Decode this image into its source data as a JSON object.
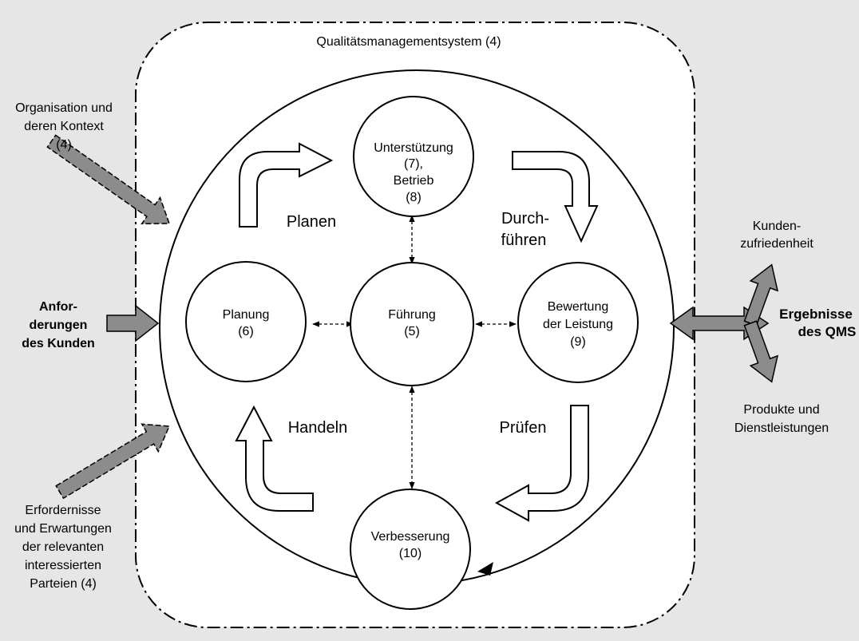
{
  "diagram": {
    "frame_label": "Qualitätsmanagementsystem (4)",
    "nodes": {
      "center": [
        "Führung",
        "(5)"
      ],
      "top": [
        "Unterstützung",
        "(7),",
        "Betrieb",
        "(8)"
      ],
      "left": [
        "Planung",
        "(6)"
      ],
      "right": [
        "Bewertung",
        "der Leistung",
        "(9)"
      ],
      "bottom": [
        "Verbesserung",
        "(10)"
      ]
    },
    "phases": {
      "plan": "Planen",
      "do": [
        "Durch-",
        "führen"
      ],
      "check": "Prüfen",
      "act": "Handeln"
    },
    "inputs": {
      "context": [
        "Organisation und",
        "deren Kontext",
        "(4)"
      ],
      "customer": [
        "Anfor-",
        "derungen",
        "des Kunden"
      ],
      "parties": [
        "Erfordernisse",
        "und Erwartungen",
        "der relevanten",
        "interessierten",
        "Parteien (4)"
      ]
    },
    "outputs": {
      "results": [
        "Ergebnisse",
        "des QMS"
      ],
      "satisfaction": [
        "Kunden-",
        "zufriedenheit"
      ],
      "products": [
        "Produkte und",
        "Dienstleistungen"
      ]
    }
  },
  "colors": {
    "background": "#e6e6e6",
    "fill_white": "#ffffff",
    "gray_arrow": "#8c8c8c",
    "stroke": "#000000"
  }
}
